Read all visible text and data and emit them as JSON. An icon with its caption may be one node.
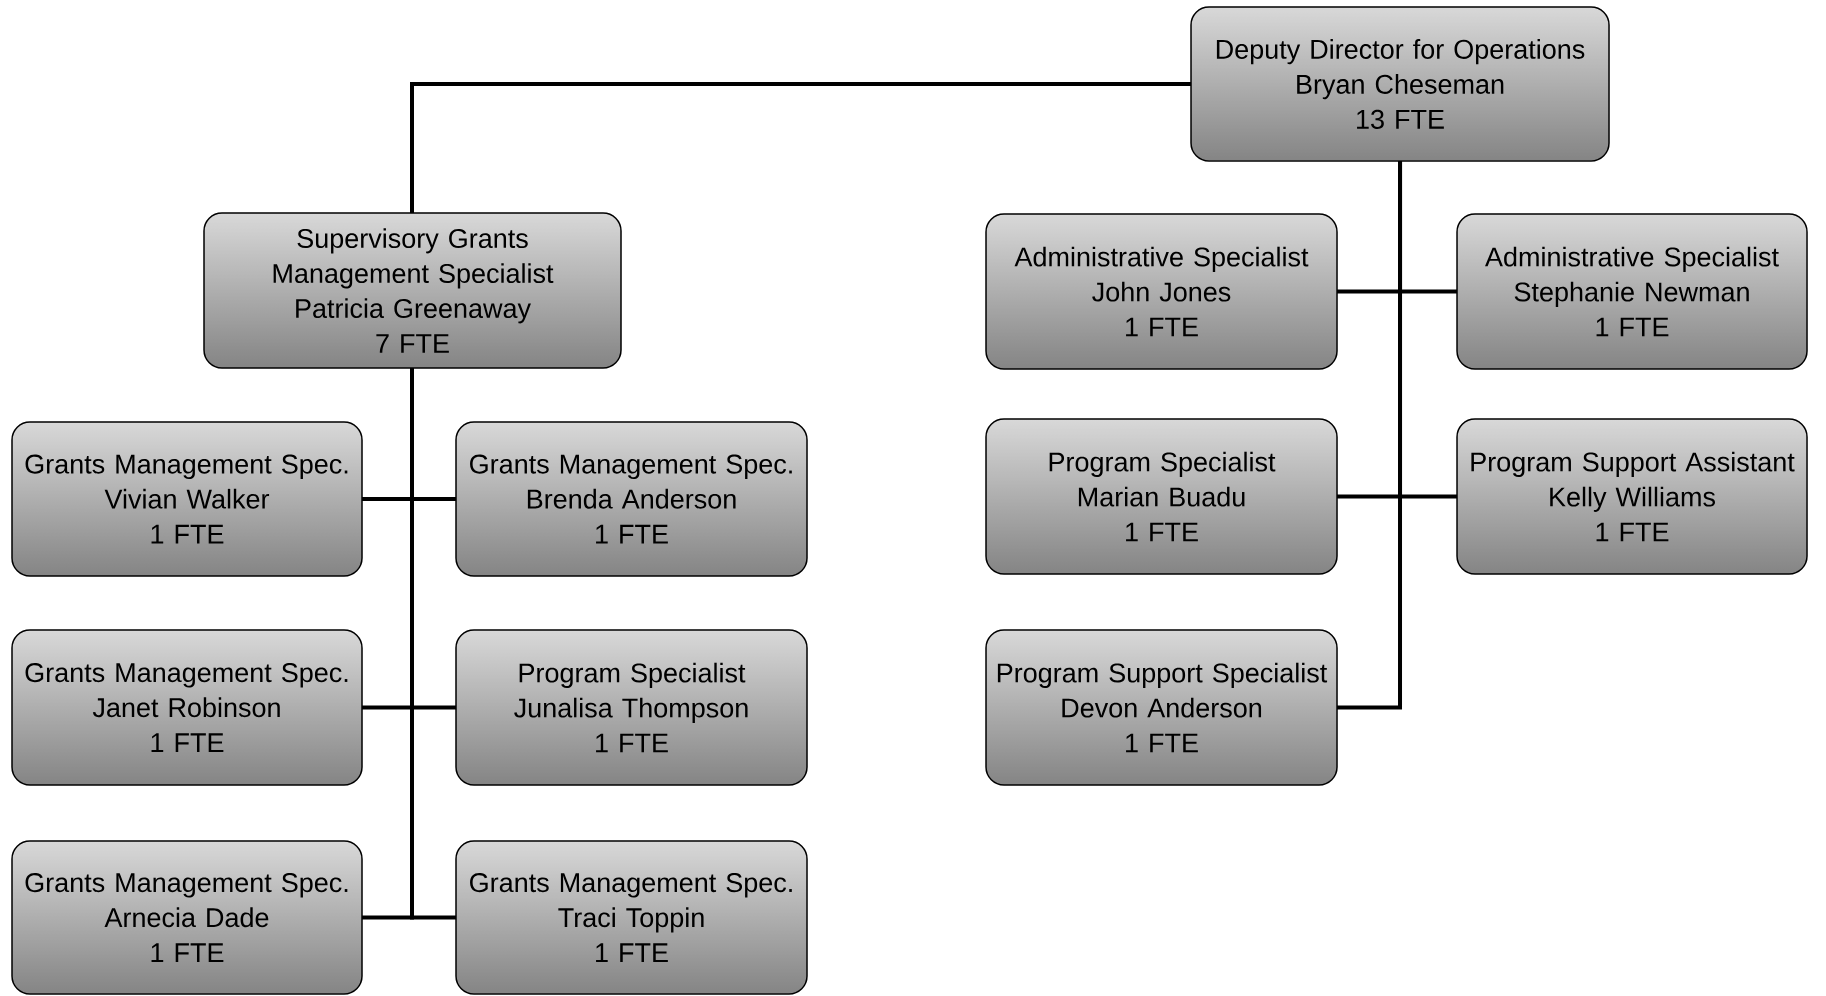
{
  "diagram": {
    "nodes": [
      {
        "text": [
          "Deputy Director for Operations",
          "Bryan Cheseman",
          "13 FTE"
        ]
      },
      {
        "text": [
          "Supervisory Grants Management Specialist",
          "Patricia Greenaway",
          "7 FTE"
        ]
      },
      {
        "text": [
          "Administrative Specialist",
          "John Jones",
          "1 FTE"
        ]
      },
      {
        "text": [
          "Administrative Specialist",
          "Stephanie Newman",
          "1 FTE"
        ]
      },
      {
        "text": [
          "Grants Management Spec.",
          "Vivian Walker",
          "1 FTE"
        ]
      },
      {
        "text": [
          "Grants Management Spec.",
          "Brenda Anderson",
          "1 FTE"
        ]
      },
      {
        "text": [
          "Program Specialist",
          "Marian Buadu",
          "1 FTE"
        ]
      },
      {
        "text": [
          "Program Support Assistant",
          "Kelly Williams",
          "1 FTE"
        ]
      },
      {
        "text": [
          "Grants Management Spec.",
          "Janet Robinson",
          "1 FTE"
        ]
      },
      {
        "text": [
          "Program Specialist",
          "Junalisa Thompson",
          "1 FTE"
        ]
      },
      {
        "text": [
          "Program Support Specialist",
          "Devon Anderson",
          "1 FTE"
        ]
      },
      {
        "text": [
          "Grants Management Spec.",
          "Arnecia Dade",
          "1 FTE"
        ]
      },
      {
        "text": [
          "Grants Management Spec.",
          "Traci Toppin",
          "1 FTE"
        ]
      }
    ],
    "edges": [
      {
        "from": 0,
        "to": 1,
        "arrow": "none"
      },
      {
        "from": 0,
        "to": 2,
        "arrow": "none"
      },
      {
        "from": 0,
        "to": 3,
        "arrow": "none"
      },
      {
        "from": 0,
        "to": 6,
        "arrow": "none"
      },
      {
        "from": 0,
        "to": 7,
        "arrow": "none"
      },
      {
        "from": 0,
        "to": 10,
        "arrow": "none"
      },
      {
        "from": 1,
        "to": 4,
        "arrow": "none"
      },
      {
        "from": 1,
        "to": 5,
        "arrow": "none"
      },
      {
        "from": 1,
        "to": 8,
        "arrow": "none"
      },
      {
        "from": 1,
        "to": 9,
        "arrow": "none"
      },
      {
        "from": 1,
        "to": 11,
        "arrow": "none"
      },
      {
        "from": 1,
        "to": 12,
        "arrow": "none"
      }
    ]
  }
}
